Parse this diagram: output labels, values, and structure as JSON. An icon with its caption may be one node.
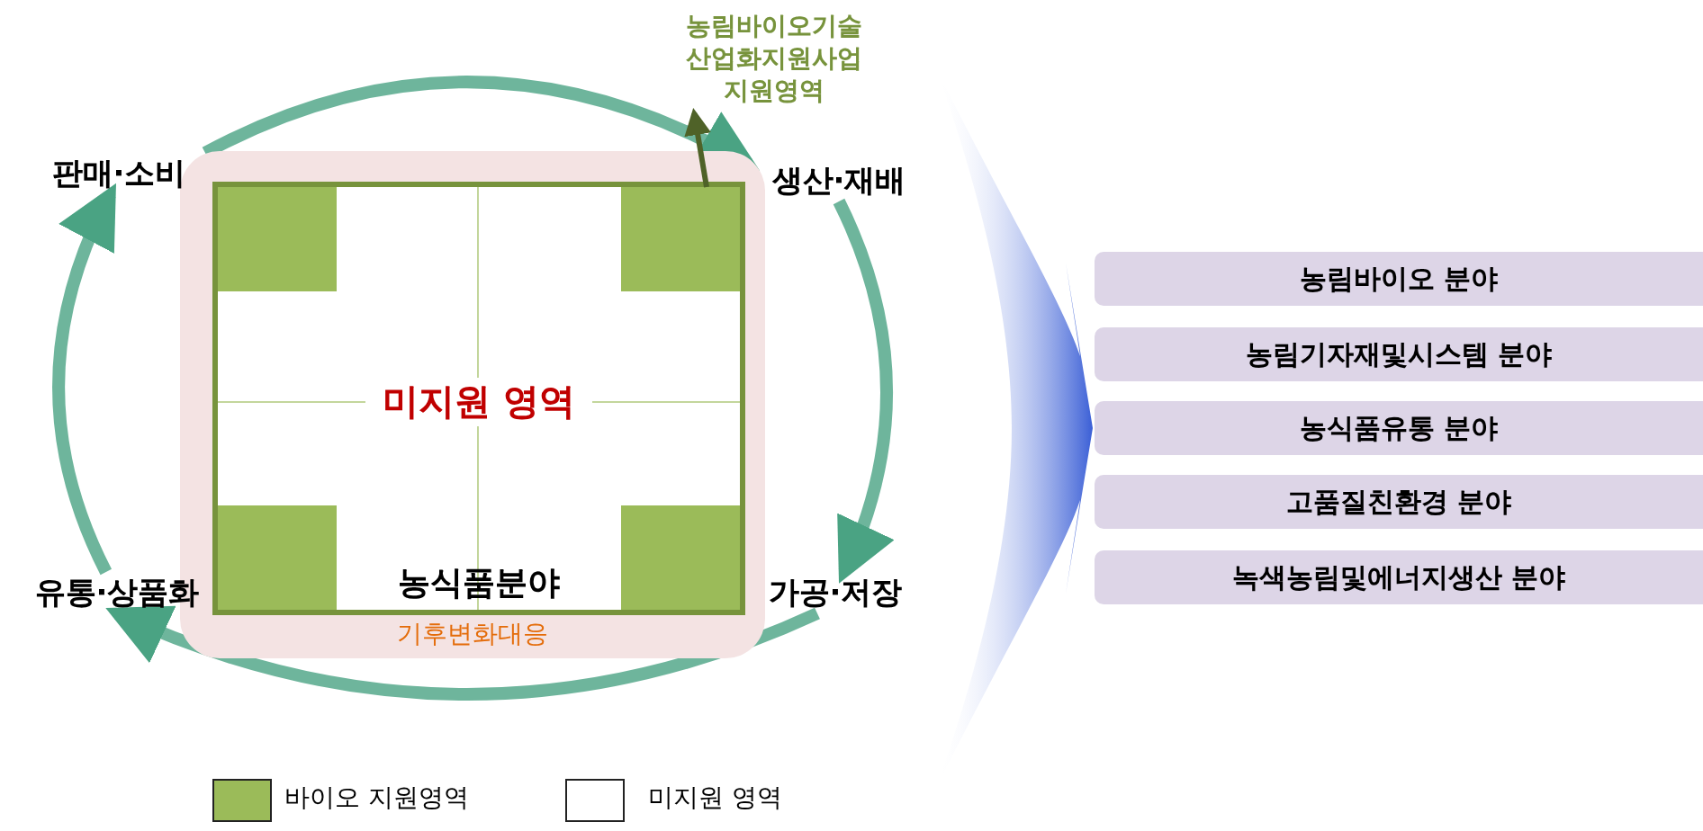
{
  "diagram": {
    "nodes": [
      {
        "text": [
          "기후변화대응"
        ]
      },
      {
        "text": [
          "미지원 영역",
          "농식품분야"
        ],
        "in": 0
      },
      {
        "text": [],
        "shape": "box",
        "in": 1
      },
      {
        "text": [],
        "shape": "box",
        "in": 1
      },
      {
        "text": [],
        "shape": "box",
        "in": 1
      },
      {
        "text": [],
        "shape": "box",
        "in": 1
      },
      {
        "text": [
          "농림바이오기술 산업화지원사업 지원영역"
        ]
      },
      {
        "text": [
          "판매·소비"
        ]
      },
      {
        "text": [
          "생산·재배"
        ]
      },
      {
        "text": [
          "유통·상품화"
        ]
      },
      {
        "text": [
          "가공·저장"
        ]
      },
      {
        "text": [
          "농림바이오 분야"
        ]
      },
      {
        "text": [
          "농림기자재및시스템 분야"
        ]
      },
      {
        "text": [
          "농식품유통 분야"
        ]
      },
      {
        "text": [
          "고품질친환경 분야"
        ]
      },
      {
        "text": [
          "녹색농림및에너지생산 분야"
        ]
      }
    ],
    "edges": [
      {
        "from": 3,
        "to": 6,
        "arrow": "to",
        "color": "#4f6228"
      },
      {
        "from": 7,
        "to": 8,
        "arrow": "to"
      },
      {
        "from": 8,
        "to": 10,
        "arrow": "to"
      },
      {
        "from": 10,
        "to": 9,
        "arrow": "to"
      },
      {
        "from": 9,
        "to": 7,
        "arrow": "to"
      },
      {
        "from": null,
        "to": 13,
        "arrow": "to",
        "style": "thick",
        "color": "#3b5fd6"
      }
    ],
    "legend": [
      {
        "text": "바이오 지원영역",
        "color": "#9bbb59"
      },
      {
        "text": "미지원 영역",
        "color": "#ffffff"
      }
    ]
  }
}
